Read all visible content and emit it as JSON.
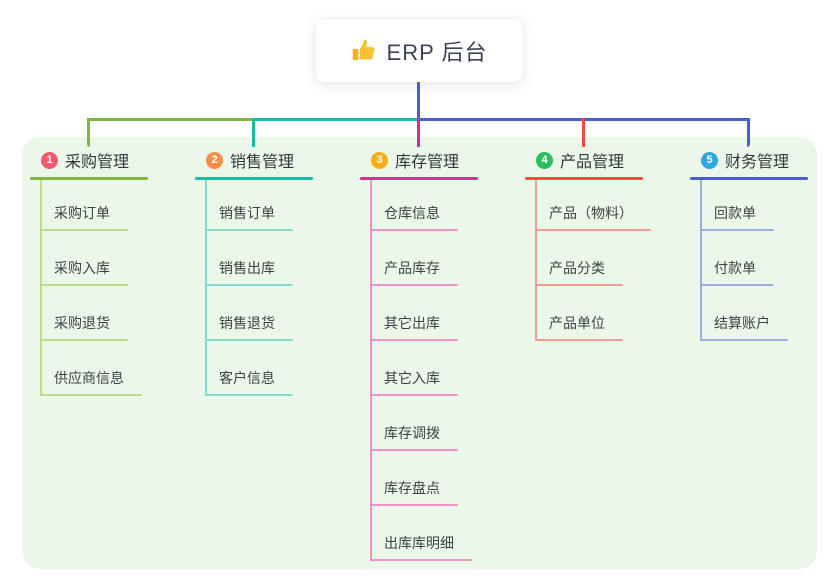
{
  "root": {
    "title": "ERP 后台",
    "icon": "thumbs-up-icon",
    "icon_color": "#f6c232",
    "connector_color": "#4a5ed0"
  },
  "canvas": {
    "board_background": "#ebf7e8",
    "page_background": "#ffffff"
  },
  "bus_colors": [
    "#7db83c",
    "#1cb8a8",
    "#4a5ed0"
  ],
  "branches": [
    {
      "number": "1",
      "label": "采购管理",
      "badge_color": "#f7596c",
      "line_color": "#7db83c",
      "child_line_color": "#b9dc8e",
      "children": [
        "采购订单",
        "采购入库",
        "采购退货",
        "供应商信息"
      ]
    },
    {
      "number": "2",
      "label": "销售管理",
      "badge_color": "#fc8c46",
      "line_color": "#1cb8a8",
      "child_line_color": "#85dad0",
      "children": [
        "销售订单",
        "销售出库",
        "销售退货",
        "客户信息"
      ]
    },
    {
      "number": "3",
      "label": "库存管理",
      "badge_color": "#fcae17",
      "line_color": "#d42f8c",
      "child_line_color": "#f291c4",
      "children": [
        "仓库信息",
        "产品库存",
        "其它出库",
        "其它入库",
        "库存调拨",
        "库存盘点",
        "出库库明细"
      ]
    },
    {
      "number": "4",
      "label": "产品管理",
      "badge_color": "#2cbe5e",
      "line_color": "#ef4b40",
      "child_line_color": "#f89b94",
      "children": [
        "产品（物料）",
        "产品分类",
        "产品单位"
      ]
    },
    {
      "number": "5",
      "label": "财务管理",
      "badge_color": "#2fa7e0",
      "line_color": "#4a5ed0",
      "child_line_color": "#9bace8",
      "children": [
        "回款单",
        "付款单",
        "结算账户"
      ]
    }
  ]
}
